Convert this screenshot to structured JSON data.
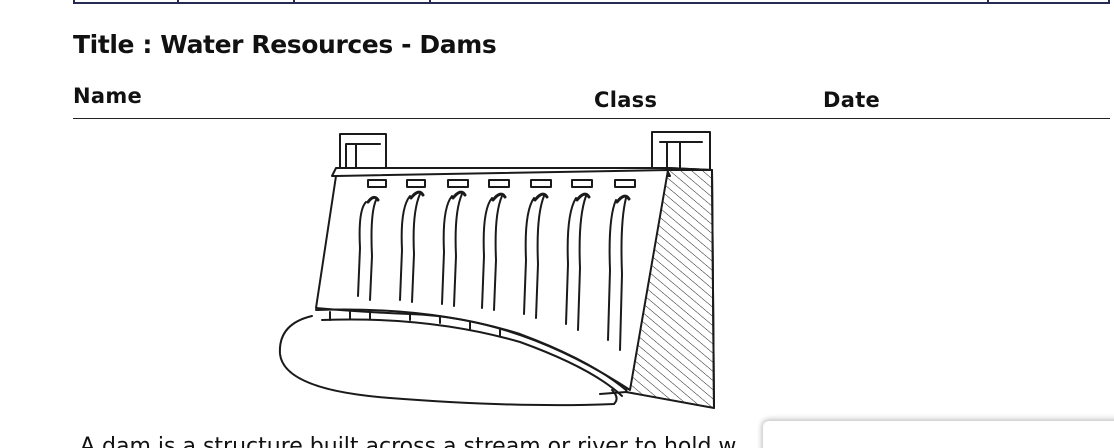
{
  "worksheet": {
    "title": "Title : Water Resources - Dams",
    "fields": {
      "name_label": "Name",
      "class_label": "Class",
      "date_label": "Date"
    },
    "illustration": {
      "icon": "dam-illustration-icon"
    },
    "body_text": "A dam is a structure built across a stream or river to hold w"
  },
  "colors": {
    "table_border": "#272a52",
    "text": "#111111",
    "background": "#ffffff"
  }
}
